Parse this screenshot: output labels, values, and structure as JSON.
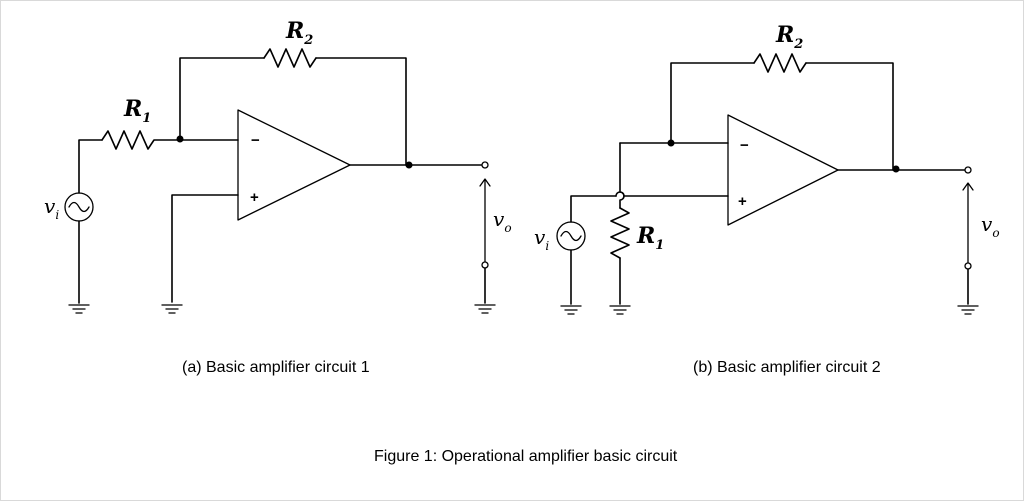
{
  "circuit_a": {
    "r1_label": {
      "main": "R",
      "sub": "1"
    },
    "r2_label": {
      "main": "R",
      "sub": "2"
    },
    "vi_label": {
      "main": "v",
      "sub": "i"
    },
    "vo_label": {
      "main": "v",
      "sub": "o"
    },
    "minus": "−",
    "plus": "+",
    "caption": "(a) Basic amplifier circuit 1"
  },
  "circuit_b": {
    "r1_label": {
      "main": "R",
      "sub": "1"
    },
    "r2_label": {
      "main": "R",
      "sub": "2"
    },
    "vi_label": {
      "main": "v",
      "sub": "i"
    },
    "vo_label": {
      "main": "v",
      "sub": "o"
    },
    "minus": "−",
    "plus": "+",
    "caption": "(b) Basic amplifier circuit 2"
  },
  "figure_caption": "Figure 1: Operational amplifier basic circuit"
}
